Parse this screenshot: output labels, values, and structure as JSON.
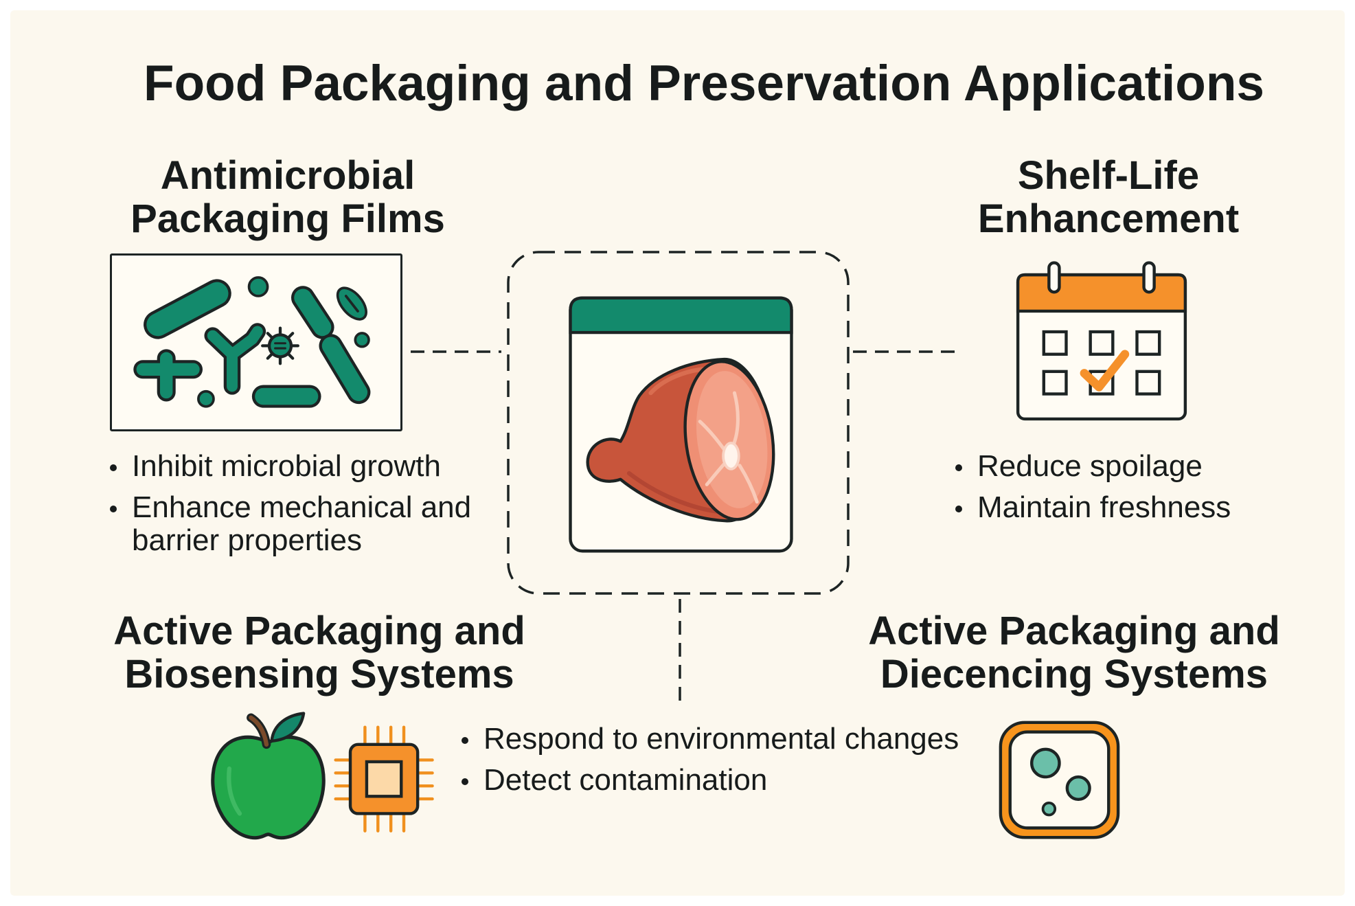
{
  "title": "Food Packaging and Preservation Applications",
  "sections": {
    "antimicrobial": {
      "heading_line1": "Antimicrobial",
      "heading_line2": "Packaging Films",
      "bullets": [
        "Inhibit microbial growth",
        "Enhance mechanical and barrier properties"
      ],
      "icon": "bacteria-illustration"
    },
    "shelf_life": {
      "heading_line1": "Shelf-Life",
      "heading_line2": "Enhancement",
      "bullets": [
        "Reduce spoilage",
        "Maintain freshness"
      ],
      "icon": "calendar-check-icon"
    },
    "biosensing": {
      "heading_line1": "Active Packaging and",
      "heading_line2": "Biosensing Systems",
      "bullets": [
        "Respond to environmental changes",
        "Detect contamination"
      ],
      "icons": [
        "apple-icon",
        "microchip-icon"
      ]
    },
    "diecencing": {
      "heading_line1": "Active Packaging and",
      "heading_line2": "Diecencing Systems",
      "icon": "petri-dish-icon"
    },
    "center": {
      "icon": "packaged-meat-icon"
    }
  },
  "colors": {
    "background": "#fcf8ee",
    "outline": "#1d2424",
    "teal": "#138a6c",
    "orange": "#f5912b",
    "apple_green": "#22a84b",
    "meat": "#c8553b",
    "meat_face": "#ef8f74"
  }
}
